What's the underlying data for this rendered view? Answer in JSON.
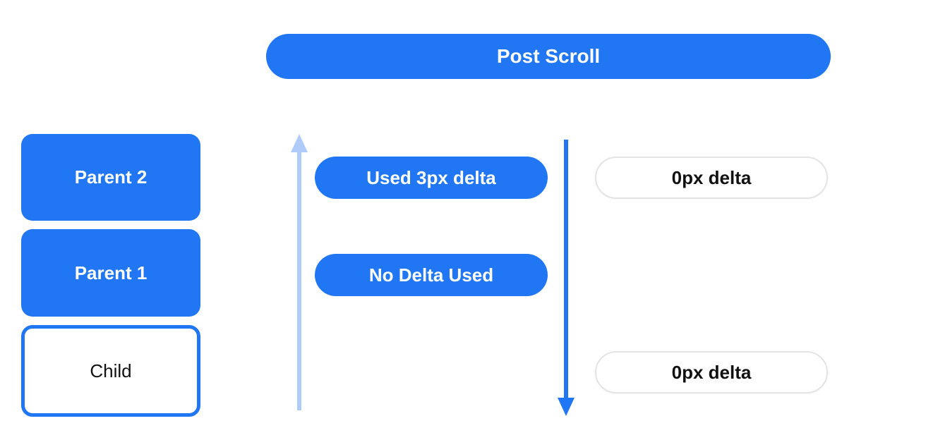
{
  "header": {
    "title": "Post Scroll"
  },
  "left_column": {
    "parent2_label": "Parent 2",
    "parent1_label": "Parent 1",
    "child_label": "Child"
  },
  "middle_column": {
    "used_delta_label": "Used 3px delta",
    "no_delta_label": "No Delta Used"
  },
  "right_column": {
    "top_delta_label": "0px delta",
    "bottom_delta_label": "0px delta"
  },
  "icons": {
    "up_arrow": "upward-scroll-arrow",
    "down_arrow": "downward-scroll-arrow"
  },
  "colors": {
    "accent": "#2176f3",
    "light_arrow": "#aecbfa",
    "pill_border": "#e4e4e4",
    "text_on_accent": "#ffffff",
    "text_dark": "#111111",
    "background": "#ffffff"
  }
}
